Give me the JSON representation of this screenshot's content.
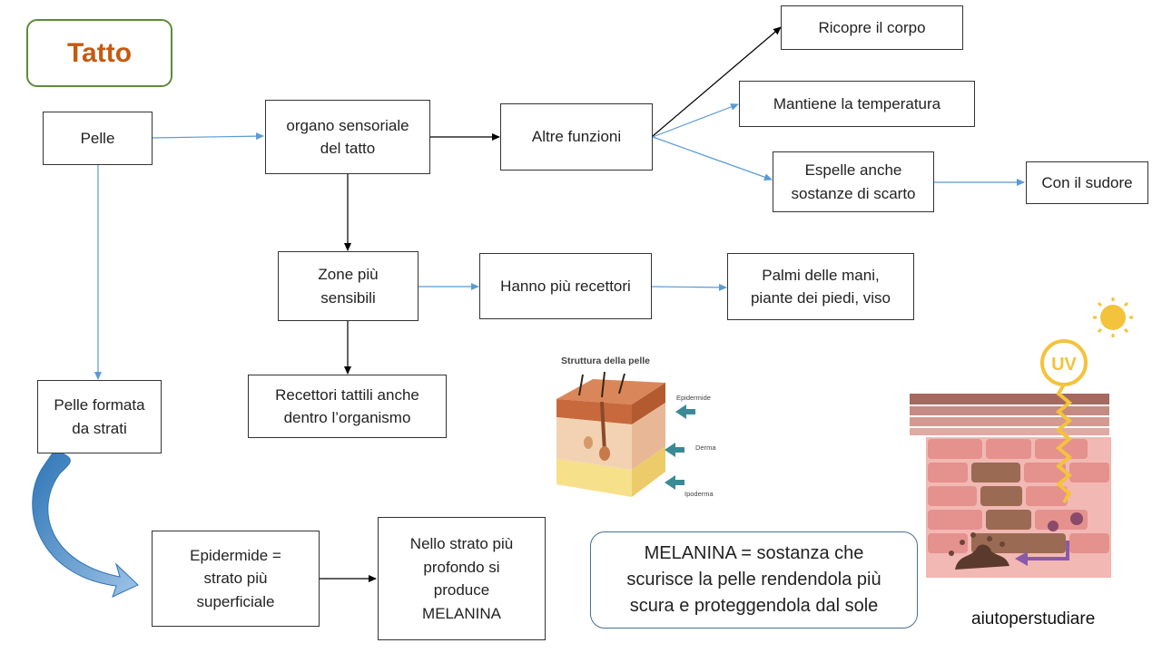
{
  "title": "Tatto",
  "nodes": {
    "pelle": "Pelle",
    "organo": "organo sensoriale\ndel tatto",
    "altre_funzioni": "Altre funzioni",
    "ricopre": "Ricopre  il corpo",
    "mantiene": "Mantiene  la temperatura",
    "espelle": "Espelle  anche\nsostanze  di scarto",
    "sudore": "Con il sudore",
    "zone": "Zone più\nsensibili",
    "recettori_piu": "Hanno più recettori",
    "palmi": "Palmi delle mani,\npiante dei piedi, viso",
    "recettori_tattili": "Recettori  tattili anche\ndentro l’organismo",
    "pelle_strati": "Pelle formata\nda strati",
    "epidermide": "Epidermide  =\nstrato più\nsuperficiale",
    "strato_profondo": "Nello strato più\nprofondo  si\nproduce\nMELANINA"
  },
  "melanina_note": "MELANINA = sostanza che\nscurisce la pelle rendendola più\nscura e proteggendola dal sole",
  "skin_image": {
    "title": "Struttura della pelle",
    "labels": [
      "Epidermide",
      "Derma",
      "Ipoderma"
    ]
  },
  "uv_image": {
    "label": "UV"
  },
  "footer": "aiutoperstudiare",
  "colors": {
    "title_text": "#c55a11",
    "title_border": "#5e8a3a",
    "arrow_blue": "#5b9bd5",
    "arrow_dark": "#000000"
  }
}
